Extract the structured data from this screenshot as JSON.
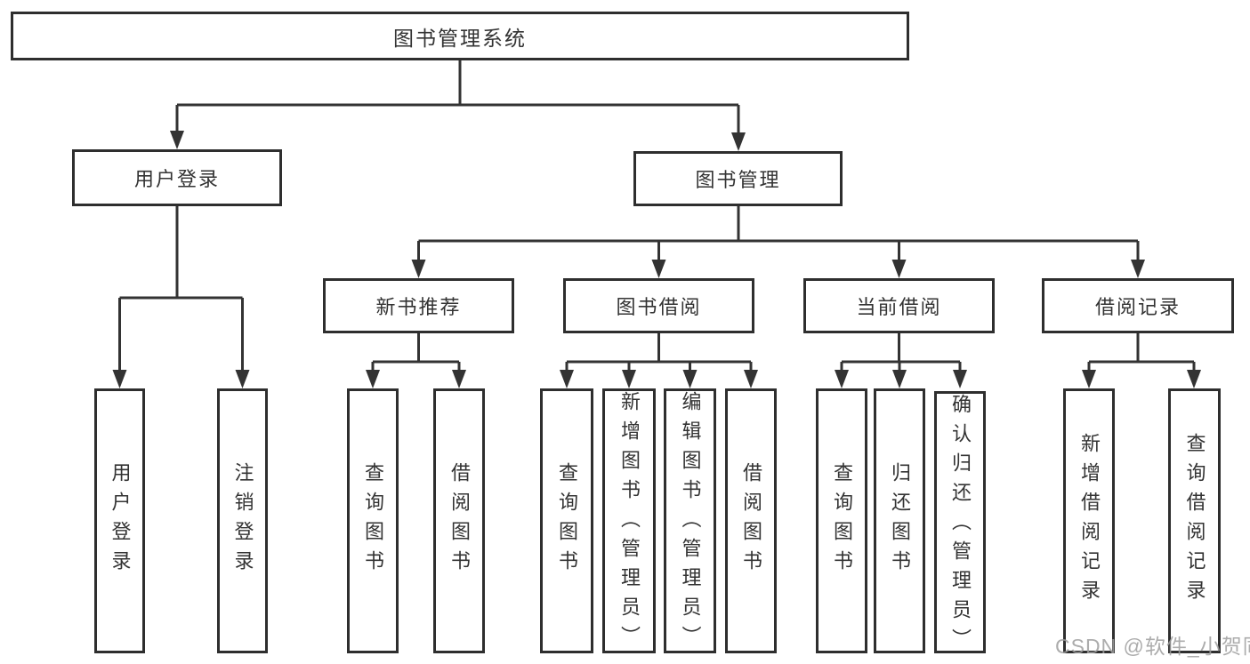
{
  "diagram": {
    "title": "图书管理系统",
    "branches": [
      {
        "label": "用户登录",
        "children": [
          {
            "label": "用户登录"
          },
          {
            "label": "注销登录"
          }
        ]
      },
      {
        "label": "图书管理",
        "children": [
          {
            "label": "新书推荐",
            "children": [
              {
                "label": "查询图书"
              },
              {
                "label": "借阅图书"
              }
            ]
          },
          {
            "label": "图书借阅",
            "children": [
              {
                "label": "查询图书"
              },
              {
                "label": "新增图书（管理员）"
              },
              {
                "label": "编辑图书（管理员）"
              },
              {
                "label": "借阅图书"
              }
            ]
          },
          {
            "label": "当前借阅",
            "children": [
              {
                "label": "查询图书"
              },
              {
                "label": "归还图书"
              },
              {
                "label": "确认归还（管理员）"
              }
            ]
          },
          {
            "label": "借阅记录",
            "children": [
              {
                "label": "新增借阅记录"
              },
              {
                "label": "查询借阅记录"
              }
            ]
          }
        ]
      }
    ],
    "line_color": "#333333",
    "border_color": "#2e2e2e",
    "background_color": "#ffffff"
  },
  "watermark": {
    "text": "CSDN @软件_小贺同学"
  }
}
